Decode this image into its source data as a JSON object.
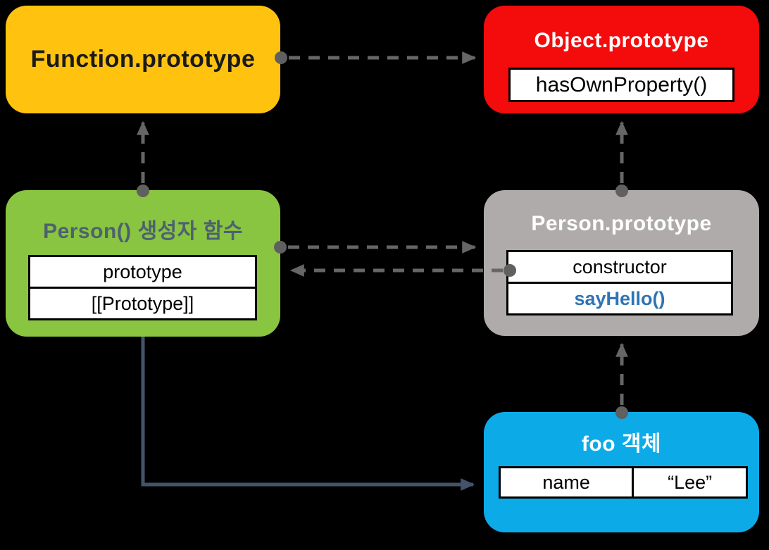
{
  "diagram": {
    "background": "#000000",
    "boxes": [
      {
        "id": "function-prototype",
        "title": "Function.prototype",
        "fill": "#FFC20E",
        "title_color": "#1A1A1A",
        "members": []
      },
      {
        "id": "object-prototype",
        "title": "Object.prototype",
        "fill": "#F40B0B",
        "title_color": "#FFFFFF",
        "members": [
          {
            "label": "hasOwnProperty()",
            "color": "#000000"
          }
        ]
      },
      {
        "id": "person-constructor",
        "title": "Person() 생성자 함수",
        "fill": "#89C540",
        "title_color": "#4D6170",
        "members": [
          {
            "label": "prototype",
            "color": "#000000"
          },
          {
            "label": "[[Prototype]]",
            "color": "#000000"
          }
        ]
      },
      {
        "id": "person-prototype",
        "title": "Person.prototype",
        "fill": "#AFABAB",
        "title_color": "#FFFFFF",
        "members": [
          {
            "label": "constructor",
            "color": "#000000"
          },
          {
            "label": "sayHello()",
            "color": "#2D74B5"
          }
        ]
      },
      {
        "id": "foo-object",
        "title": "foo 객체",
        "fill": "#0CABE8",
        "title_color": "#FFFFFF",
        "cells": [
          {
            "label": "name"
          },
          {
            "label": "“Lee”"
          }
        ]
      }
    ],
    "edges": [
      {
        "from": "Function.prototype",
        "to": "Object.prototype",
        "style": "dashed"
      },
      {
        "from": "Person() 생성자 함수",
        "to": "Function.prototype",
        "style": "dashed"
      },
      {
        "from": "Person() 생성자 함수",
        "to": "Person.prototype",
        "style": "dashed"
      },
      {
        "from": "Person.prototype.constructor",
        "to": "Person() 생성자 함수",
        "style": "dashed"
      },
      {
        "from": "Person.prototype",
        "to": "Object.prototype",
        "style": "dashed"
      },
      {
        "from": "foo 객체",
        "to": "Person.prototype",
        "style": "dashed"
      },
      {
        "from": "Person() 생성자 함수",
        "to": "foo 객체",
        "style": "solid"
      }
    ],
    "arrow_colors": {
      "dashed": "#666666",
      "dot": "#606060",
      "solid": "#44536B"
    }
  }
}
